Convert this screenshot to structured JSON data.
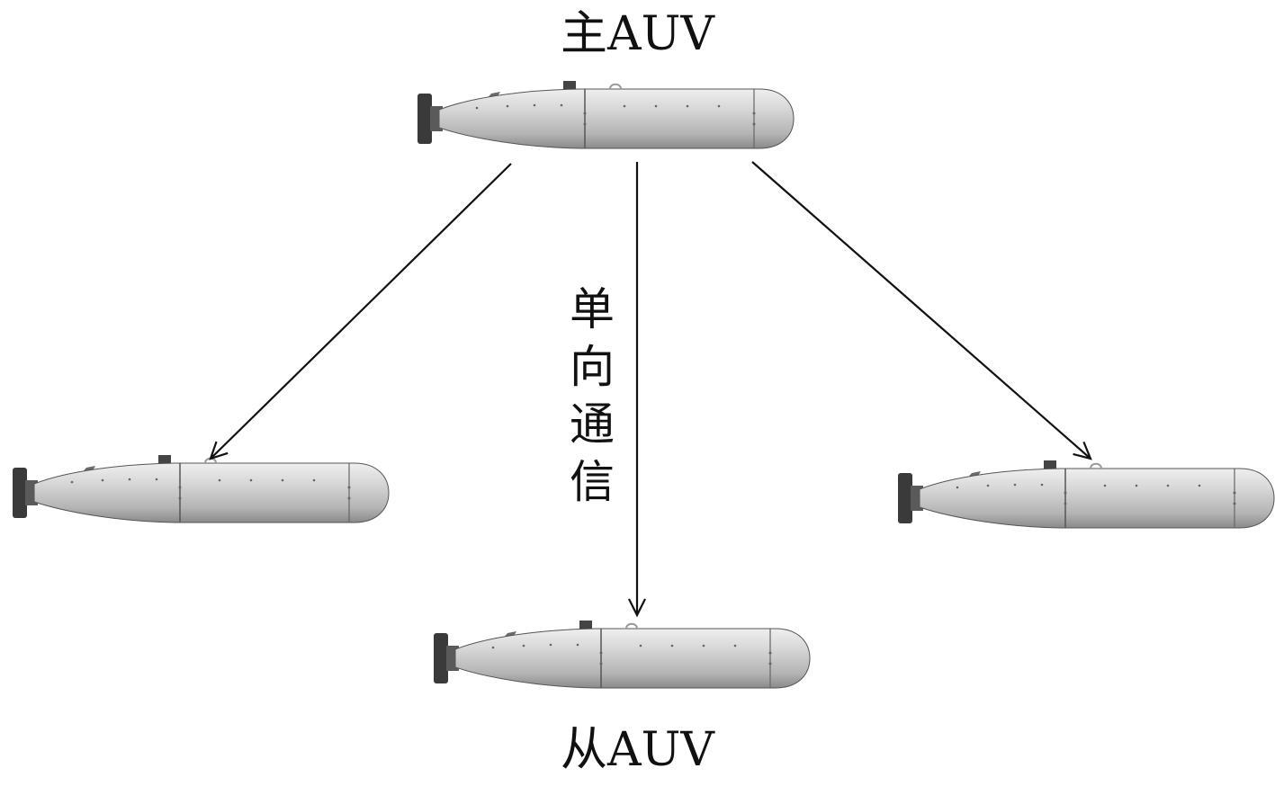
{
  "labels": {
    "master": "主AUV",
    "slave": "从AUV",
    "link": "单向通信"
  },
  "colors": {
    "hull_light": "#d8d8d8",
    "hull_dark": "#8a8a8a",
    "tail": "#3a3a3a",
    "arrow": "#111111"
  }
}
